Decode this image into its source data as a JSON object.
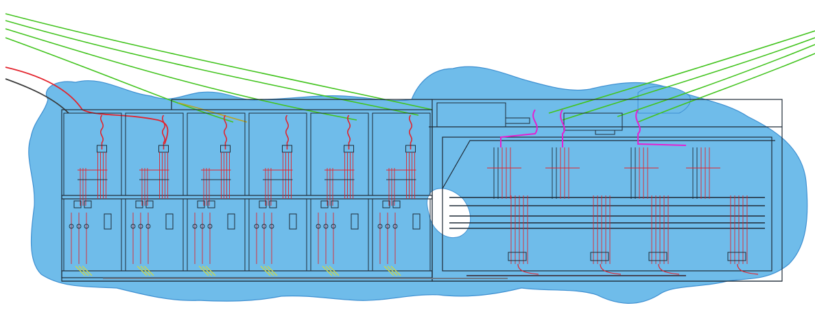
{
  "colors": {
    "background": "#ffffff",
    "blob": "#6fbcea",
    "blob_stroke": "#3d8fd1",
    "cable_green": "#43c41f",
    "cable_yellow": "#b7a52a",
    "cable_red": "#e3232c",
    "cable_black": "#3a3a3a",
    "wire_magenta": "#e61fd0",
    "frame": "#1e2a36",
    "pipe_yellow": "#c9d64a"
  },
  "cabinets": [
    {
      "id": "cab-1"
    },
    {
      "id": "cab-2"
    },
    {
      "id": "cab-3"
    },
    {
      "id": "cab-4"
    },
    {
      "id": "cab-5"
    },
    {
      "id": "cab-6"
    }
  ],
  "feeders": [
    {
      "id": "feeder-1"
    },
    {
      "id": "feeder-2"
    },
    {
      "id": "feeder-3"
    },
    {
      "id": "feeder-4"
    }
  ],
  "label_text": {
    "top_label": "",
    "bottom_label": ""
  }
}
